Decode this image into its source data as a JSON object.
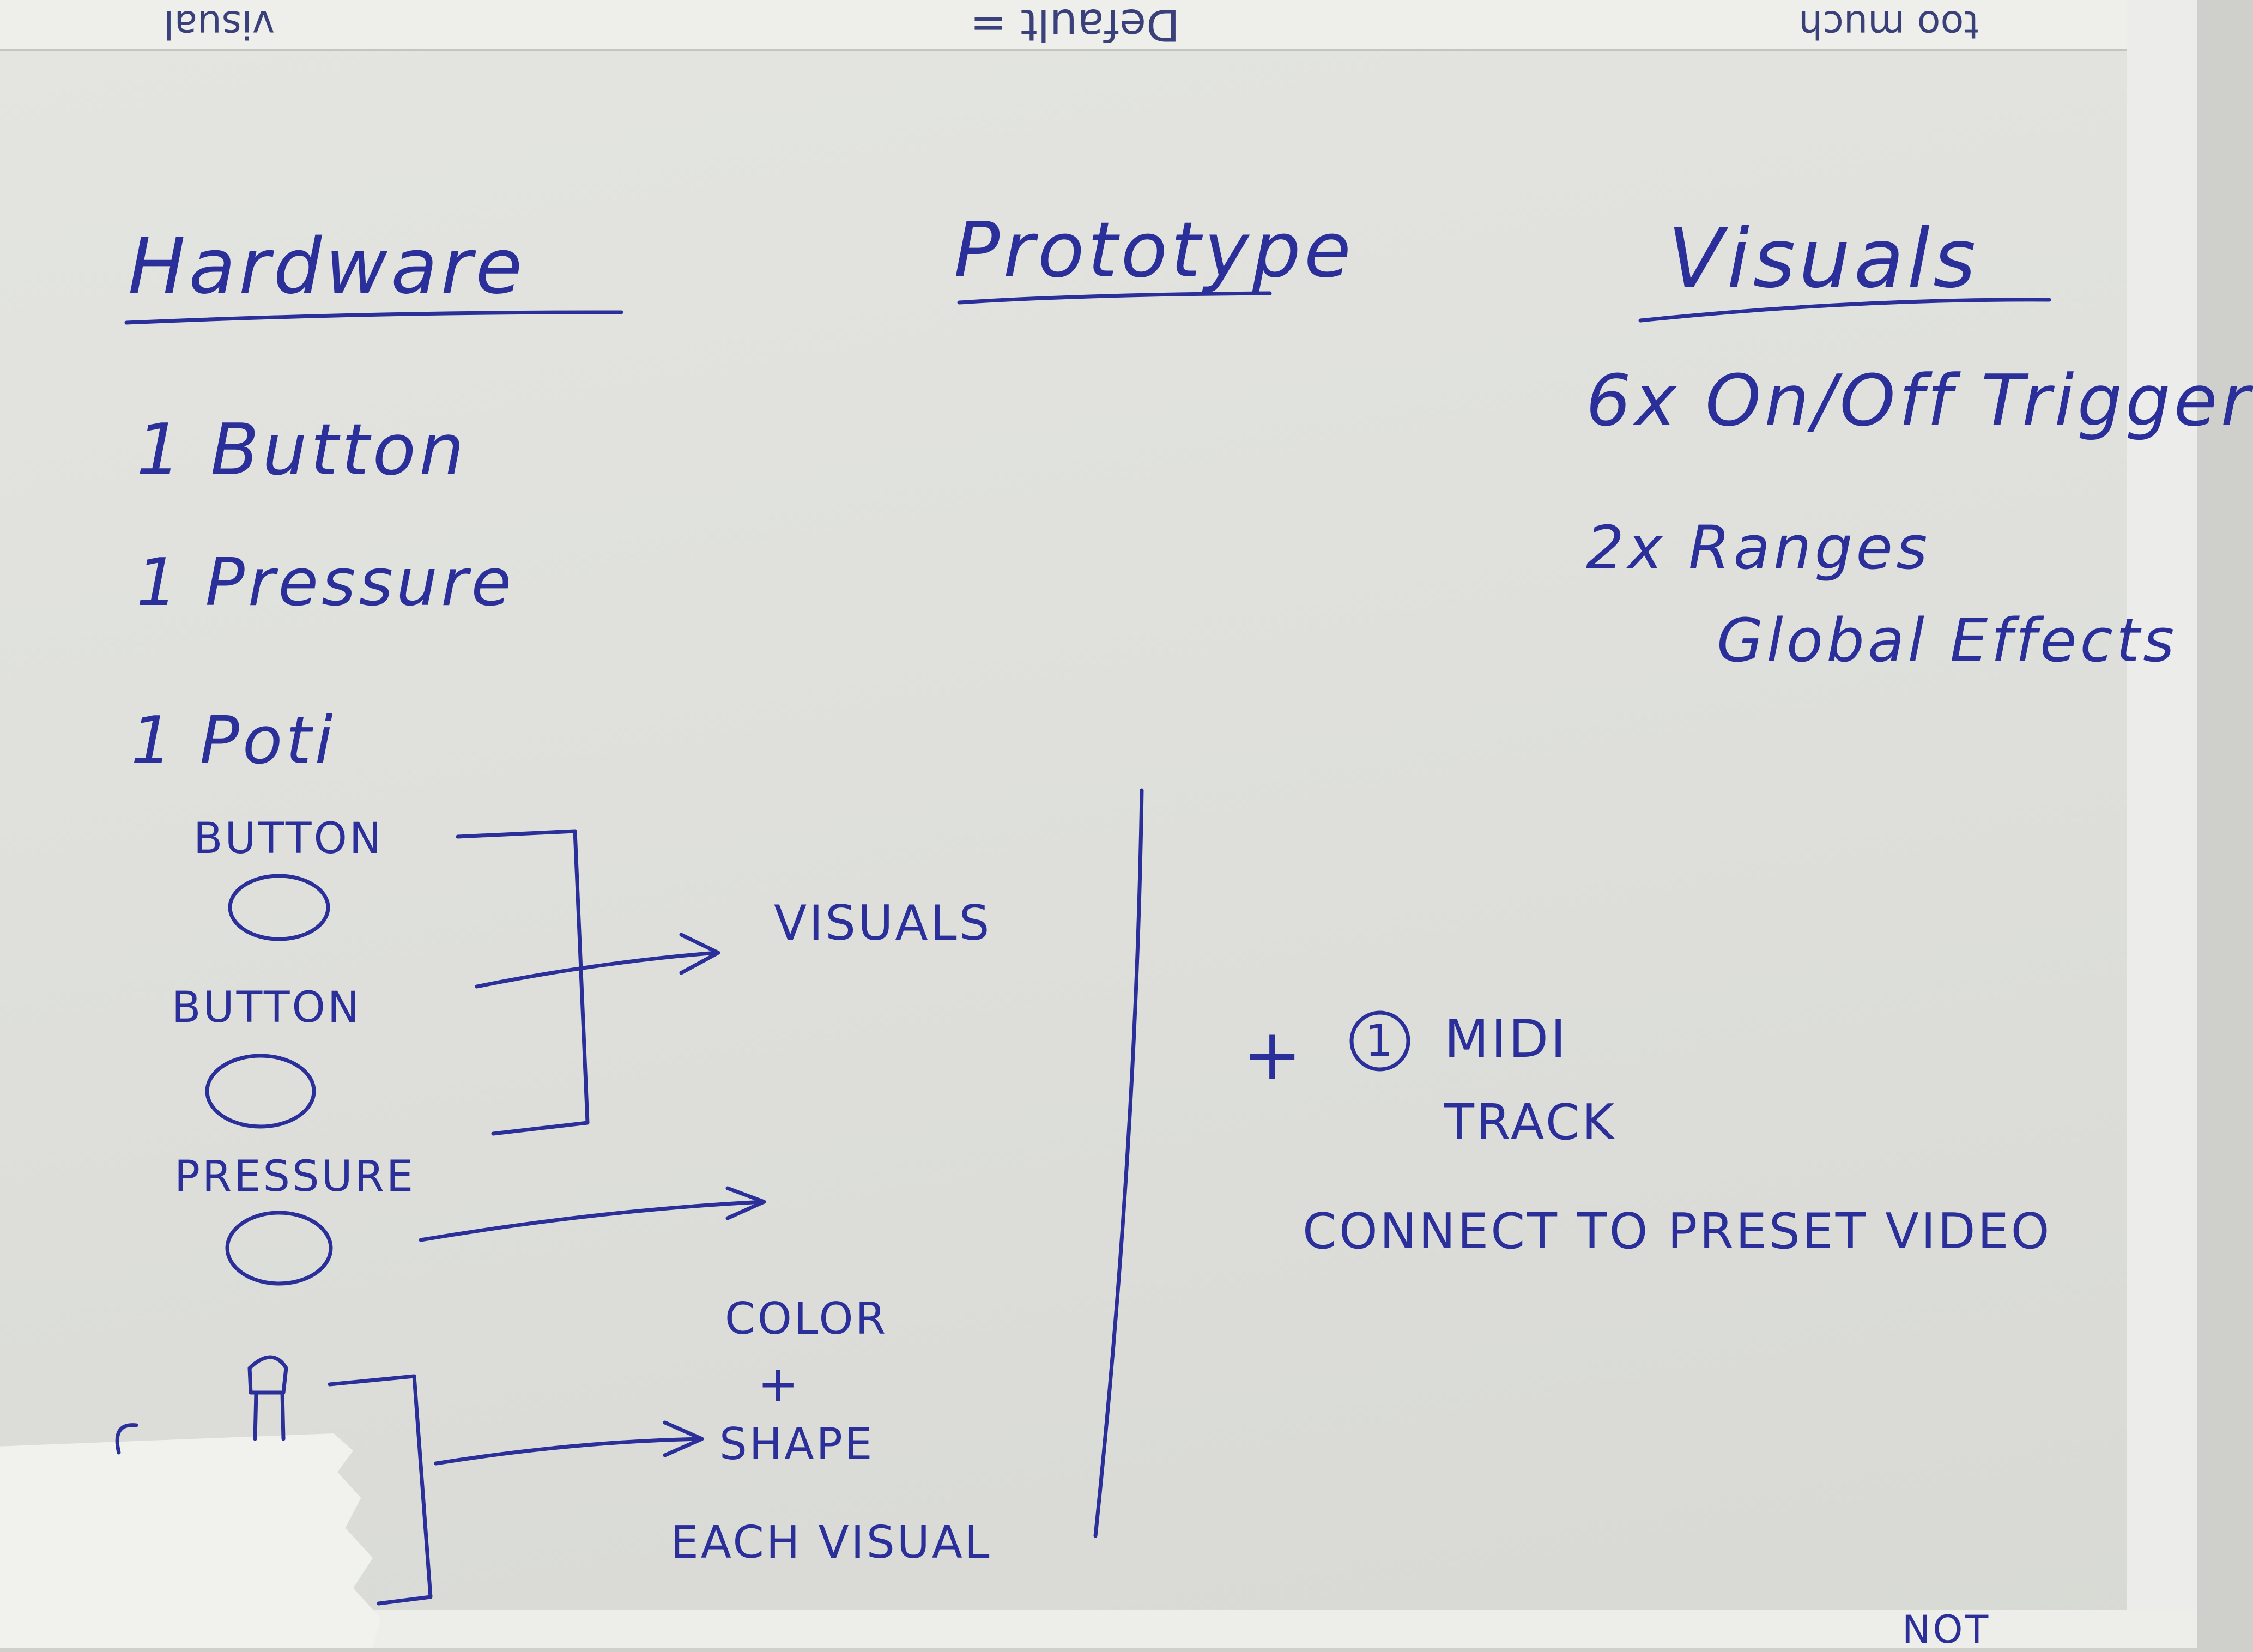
{
  "back_sheet": {
    "top_left_text": "visual",
    "top_center_text": "Default =",
    "top_right_text": "too much"
  },
  "columns": {
    "hardware": {
      "title": "Hardware",
      "items": [
        "1 Button",
        "1 Pressure",
        "1 Poti"
      ]
    },
    "prototype": {
      "title": "Prototype"
    },
    "visuals": {
      "title": "Visuals",
      "items": [
        "6x On/Off Trigger",
        "2x Ranges",
        "Global Effects"
      ]
    }
  },
  "sketch": {
    "button_label_1": "BUTTON",
    "button_label_2": "BUTTON",
    "pressure_label": "PRESSURE",
    "visuals_label": "VISUALS",
    "color_label": "COLOR",
    "plus_sign": "+",
    "shape_label": "SHAPE",
    "each_visual_label": "EACH VISUAL"
  },
  "right_notes": {
    "plus_sign": "+",
    "circled_number": "1",
    "midi_label": "MIDI",
    "track_label": "TRACK",
    "connect_label": "CONNECT TO PRESET VIDEO"
  },
  "bottom_right_text": "NOT"
}
